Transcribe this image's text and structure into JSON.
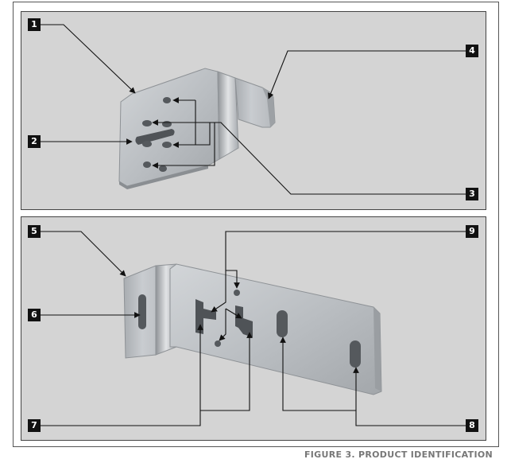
{
  "callouts": [
    "1",
    "2",
    "3",
    "4",
    "5",
    "6",
    "7",
    "8",
    "9"
  ],
  "caption": "FIGURE 3. PRODUCT IDENTIFICATION",
  "colors": {
    "panel_background": "#d4d4d4",
    "metal_light": "#c8cbce",
    "metal_dark": "#8e9296",
    "badge": "#111111",
    "caption": "#777777"
  }
}
